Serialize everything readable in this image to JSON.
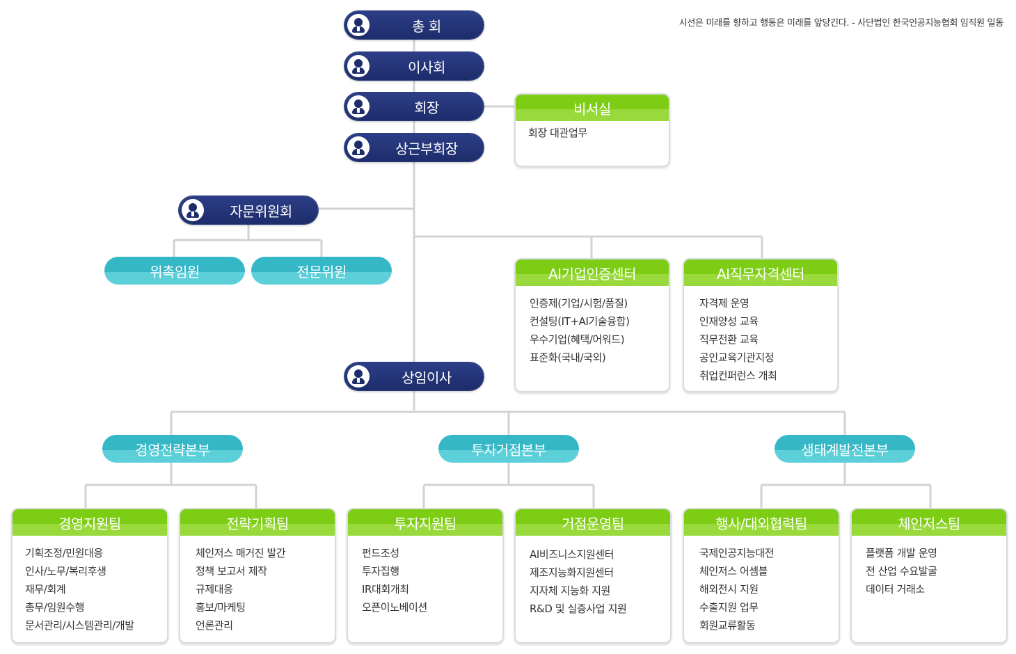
{
  "slogan": "시선은 미래를 향하고 행동은 미래를 앞당긴다. - 사단법인 한국인공지능협회 임직원 일동",
  "exec": {
    "general_assembly": "총 회",
    "board": "이사회",
    "chairman": "회장",
    "vice_chairman": "상근부회장",
    "advisory": "자문위원회",
    "executive_director": "상임이사"
  },
  "advisory_members": {
    "appointed": "위촉임원",
    "expert": "전문위원"
  },
  "secretariat": {
    "title": "비서실",
    "items": [
      "회장 대관업무"
    ]
  },
  "centers": [
    {
      "title": "AI기업인증센터",
      "items": [
        "인증제(기업/시험/품질)",
        "컨설팅(IT+AI기술융합)",
        "우수기업(혜택/어워드)",
        "표준화(국내/국외)"
      ]
    },
    {
      "title": "AI직무자격센터",
      "items": [
        "자격제 운영",
        "인재양성 교육",
        "직무전환 교육",
        "공인교육기관지정",
        "취업컨퍼런스 개최"
      ]
    }
  ],
  "divisions": [
    "경영전략본부",
    "투자거점본부",
    "생태계발전본부"
  ],
  "teams": [
    {
      "title": "경영지원팀",
      "items": [
        "기획조정/민원대응",
        "인사/노무/복리후생",
        "재무/회계",
        "총무/임원수행",
        "문서관리/시스템관리/개발"
      ]
    },
    {
      "title": "전략기획팀",
      "items": [
        "체인저스 매거진 발간",
        "정책 보고서 제작",
        "규제대응",
        "홍보/마케팅",
        "언론관리"
      ]
    },
    {
      "title": "투자지원팀",
      "items": [
        "펀드조성",
        "투자집행",
        "IR대회개최",
        "오픈이노베이션"
      ]
    },
    {
      "title": "거점운영팀",
      "items": [
        "AI비즈니스지원센터",
        "제조지능화지원센터",
        "지자체 지능화 지원",
        "R&D 및 실증사업 지원"
      ]
    },
    {
      "title": "행사/대외협력팀",
      "items": [
        "국제인공지능대전",
        "체인저스 어셈블",
        "해외전시 지원",
        "수출지원 업무",
        "회원교류활동"
      ]
    },
    {
      "title": "체인저스팀",
      "items": [
        "플랫폼 개발 운영",
        "전 산업 수요발굴",
        "데이터 거래소"
      ]
    }
  ]
}
